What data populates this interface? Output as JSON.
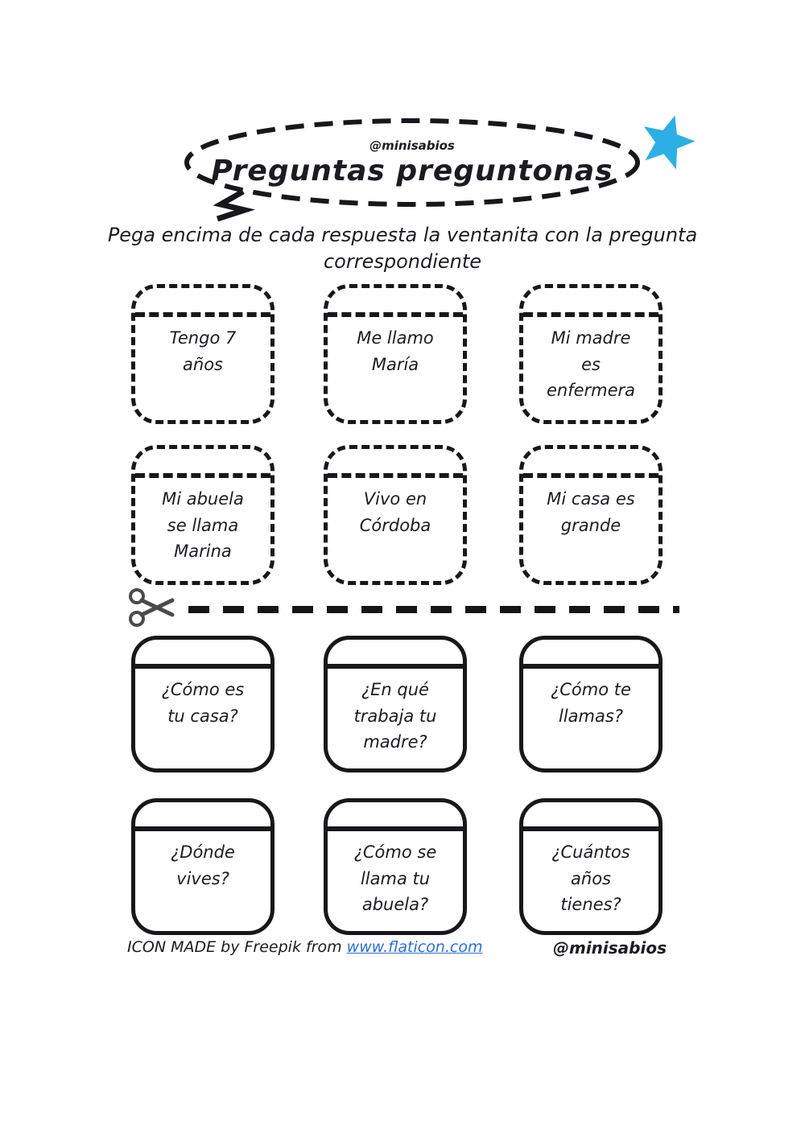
{
  "colors": {
    "ink": "#17171c",
    "star_blue": "#2bafe5",
    "link_blue": "#2e6fd0"
  },
  "header": {
    "handle": "@minisabios",
    "title": "Preguntas preguntonas"
  },
  "instructions": {
    "line1": "Pega encima de cada respuesta la ventanita con la pregunta",
    "line2": "correspondiente"
  },
  "answers": [
    {
      "text": "Tengo 7\naños"
    },
    {
      "text": "Me llamo\nMaría"
    },
    {
      "text": "Mi madre\nes\nenfermera"
    },
    {
      "text": "Mi abuela\nse llama\nMarina"
    },
    {
      "text": "Vivo en\nCórdoba"
    },
    {
      "text": "Mi casa es\ngrande"
    }
  ],
  "questions": [
    {
      "text": "¿Cómo es\ntu casa?"
    },
    {
      "text": "¿En qué\ntrabaja tu\nmadre?"
    },
    {
      "text": "¿Cómo te\nllamas?"
    },
    {
      "text": "¿Dónde\nvives?"
    },
    {
      "text": "¿Cómo se\nllama tu\nabuela?"
    },
    {
      "text": "¿Cuántos\naños\ntienes?"
    }
  ],
  "footer": {
    "credit_prefix": "ICON MADE by Freepik from ",
    "credit_link": "www.flaticon.com",
    "handle": "@minisabios"
  }
}
